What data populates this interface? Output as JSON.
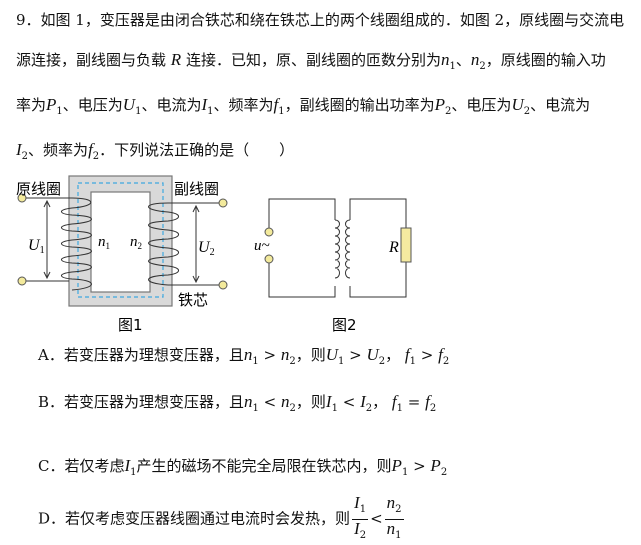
{
  "question": {
    "lines": [
      [
        "9．如图 1，变压器是由闭合铁芯和绕在铁芯上的两个线圈组成的．如图 2，原线圈与交流电"
      ],
      [
        "源连接，副线圈与负载 ",
        {
          "v": "R"
        },
        " 连接．已知，原、副线圈的匝数分别为",
        {
          "v": "n",
          "s": "1"
        },
        "、",
        {
          "v": "n",
          "s": "2"
        },
        "，原线圈的输入功"
      ],
      [
        "率为",
        {
          "v": "P",
          "s": "1"
        },
        "、电压为",
        {
          "v": "U",
          "s": "1"
        },
        "、电流为",
        {
          "v": "I",
          "s": "1"
        },
        "、频率为",
        {
          "v": "f",
          "s": "1"
        },
        "，副线圈的输出功率为",
        {
          "v": "P",
          "s": "2"
        },
        "、电压为",
        {
          "v": "U",
          "s": "2"
        },
        "、电流为"
      ],
      [
        {
          "v": "I",
          "s": "2"
        },
        "、频率为",
        {
          "v": "f",
          "s": "2"
        },
        "．下列说法正确的是（　　）"
      ]
    ]
  },
  "figure1": {
    "primary_label": "原线圈",
    "secondary_label": "副线圈",
    "core_label": "铁芯",
    "u1": "U",
    "u1_sub": "1",
    "u2": "U",
    "u2_sub": "2",
    "n1": "n",
    "n1_sub": "1",
    "n2": "n",
    "n2_sub": "2",
    "caption": "图1",
    "core_color": "#d9d9d9",
    "dash_color": "#3fa9e0",
    "terminal_color": "#f3ea9c"
  },
  "figure2": {
    "source_label": "u~",
    "resistor_label": "R",
    "caption": "图2",
    "resistor_color": "#f5eaa0"
  },
  "options": [
    [
      "A．若变压器为理想变压器，且",
      {
        "v": "n",
        "s": "1"
      },
      " > ",
      {
        "v": "n",
        "s": "2"
      },
      "，则",
      {
        "v": "U",
        "s": "1"
      },
      " > ",
      {
        "v": "U",
        "s": "2"
      },
      "，  ",
      {
        "v": "f",
        "s": "1"
      },
      " > ",
      {
        "v": "f",
        "s": "2"
      }
    ],
    [
      "B．若变压器为理想变压器，且",
      {
        "v": "n",
        "s": "1"
      },
      " < ",
      {
        "v": "n",
        "s": "2"
      },
      "，则",
      {
        "v": "I",
        "s": "1"
      },
      " < ",
      {
        "v": "I",
        "s": "2"
      },
      "，  ",
      {
        "v": "f",
        "s": "1"
      },
      " = ",
      {
        "v": "f",
        "s": "2"
      }
    ],
    [
      "C．若仅考虑",
      {
        "v": "I",
        "s": "1"
      },
      "产生的磁场不能完全局限在铁芯内，则",
      {
        "v": "P",
        "s": "1"
      },
      " > ",
      {
        "v": "P",
        "s": "2"
      }
    ],
    [
      "D．若仅考虑变压器线圈通过电流时会发热，则",
      {
        "frac": [
          {
            "v": "I",
            "s": "1"
          },
          {
            "v": "I",
            "s": "2"
          }
        ]
      },
      "<",
      {
        "frac": [
          {
            "v": "n",
            "s": "2"
          },
          {
            "v": "n",
            "s": "1"
          }
        ]
      }
    ]
  ]
}
